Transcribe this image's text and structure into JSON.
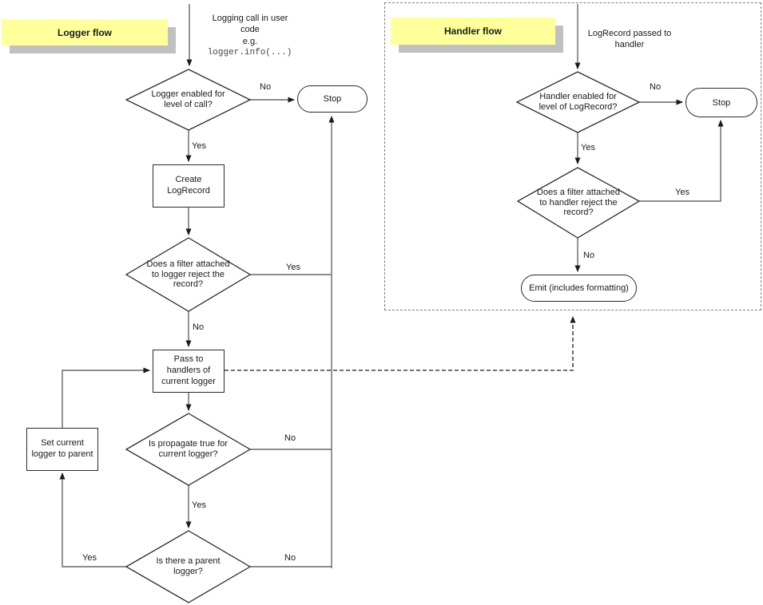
{
  "colors": {
    "title_bg": "#ffff9c",
    "title_shadow": "#c0c0c0",
    "connector": "#666666",
    "shape_border": "#2b2b2b",
    "boundary_dash": "#7f7f7f"
  },
  "logger_flow": {
    "title": "Logger flow",
    "entry_note": "Logging call in user\ncode\ne.g.",
    "entry_code": "logger.info(...)",
    "nodes": {
      "level_check": "Logger enabled for\nlevel of call?",
      "stop": "Stop",
      "create_record": "Create\nLogRecord",
      "filter_check": "Does a filter attached\nto logger reject the\nrecord?",
      "pass_to_handlers": "Pass to\nhandlers of\ncurrent logger",
      "propagate_check": "Is propagate true for\ncurrent logger?",
      "parent_check": "Is there a parent\nlogger?",
      "set_parent": "Set current\nlogger to parent"
    },
    "labels": {
      "level_no": "No",
      "level_yes": "Yes",
      "filter_yes": "Yes",
      "filter_no": "No",
      "propagate_no": "No",
      "propagate_yes": "Yes",
      "parent_yes": "Yes",
      "parent_no": "No"
    }
  },
  "handler_flow": {
    "title": "Handler flow",
    "entry_note": "LogRecord passed to\nhandler",
    "nodes": {
      "level_check": "Handler enabled for\nlevel of LogRecord?",
      "stop": "Stop",
      "filter_check": "Does a filter attached\nto handler reject the\nrecord?",
      "emit": "Emit (includes formatting)"
    },
    "labels": {
      "level_no": "No",
      "level_yes": "Yes",
      "filter_yes": "Yes",
      "filter_no": "No"
    }
  }
}
